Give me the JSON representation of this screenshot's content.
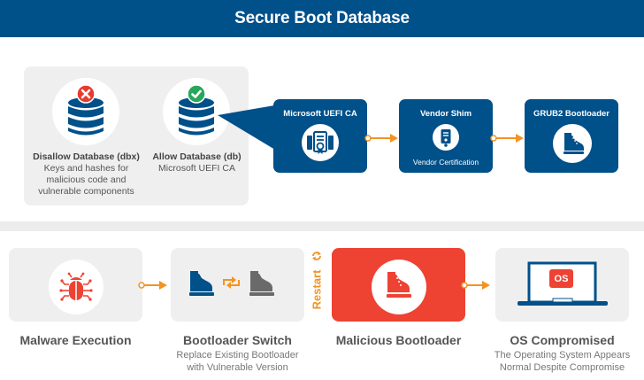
{
  "header": {
    "title": "Secure Boot Database"
  },
  "databases": [
    {
      "name": "Disallow Database",
      "tag": "dbx",
      "tag_color": "#e63b2e",
      "status_icon": "x-circle-icon",
      "description": [
        "Keys and hashes for",
        "malicious code and",
        "vulnerable components"
      ]
    },
    {
      "name": "Allow Database",
      "tag": "db",
      "tag_color": "#27a75a",
      "status_icon": "check-circle-icon",
      "description": [
        "Microsoft UEFI CA"
      ]
    }
  ],
  "chain": [
    {
      "title": "Microsoft UEFI CA",
      "icon": "certificate-icon",
      "subtitle": ""
    },
    {
      "title": "Vendor Shim",
      "icon": "vendor-certificate-icon",
      "subtitle": "Vendor Certification"
    },
    {
      "title": "GRUB2 Bootloader",
      "icon": "boot-icon",
      "subtitle": ""
    }
  ],
  "attack": {
    "restart_label": "Restart",
    "steps": [
      {
        "title": "Malware Execution",
        "icon": "bug-icon",
        "description": []
      },
      {
        "title": "Bootloader Switch",
        "icon": "boot-swap-icon",
        "description": [
          "Replace Existing Bootloader",
          "with Vulnerable Version"
        ]
      },
      {
        "title": "Malicious Bootloader",
        "icon": "boot-icon",
        "description": []
      },
      {
        "title": "OS Compromised",
        "icon": "laptop-os-icon",
        "badge": "OS",
        "description": [
          "The Operating System Appears",
          "Normal Despite Compromise"
        ]
      }
    ]
  },
  "colors": {
    "primary_blue": "#00508a",
    "danger_red": "#ee4233",
    "accent_orange": "#f39322",
    "ok_green": "#27a75a",
    "panel_gray": "#efefef"
  }
}
